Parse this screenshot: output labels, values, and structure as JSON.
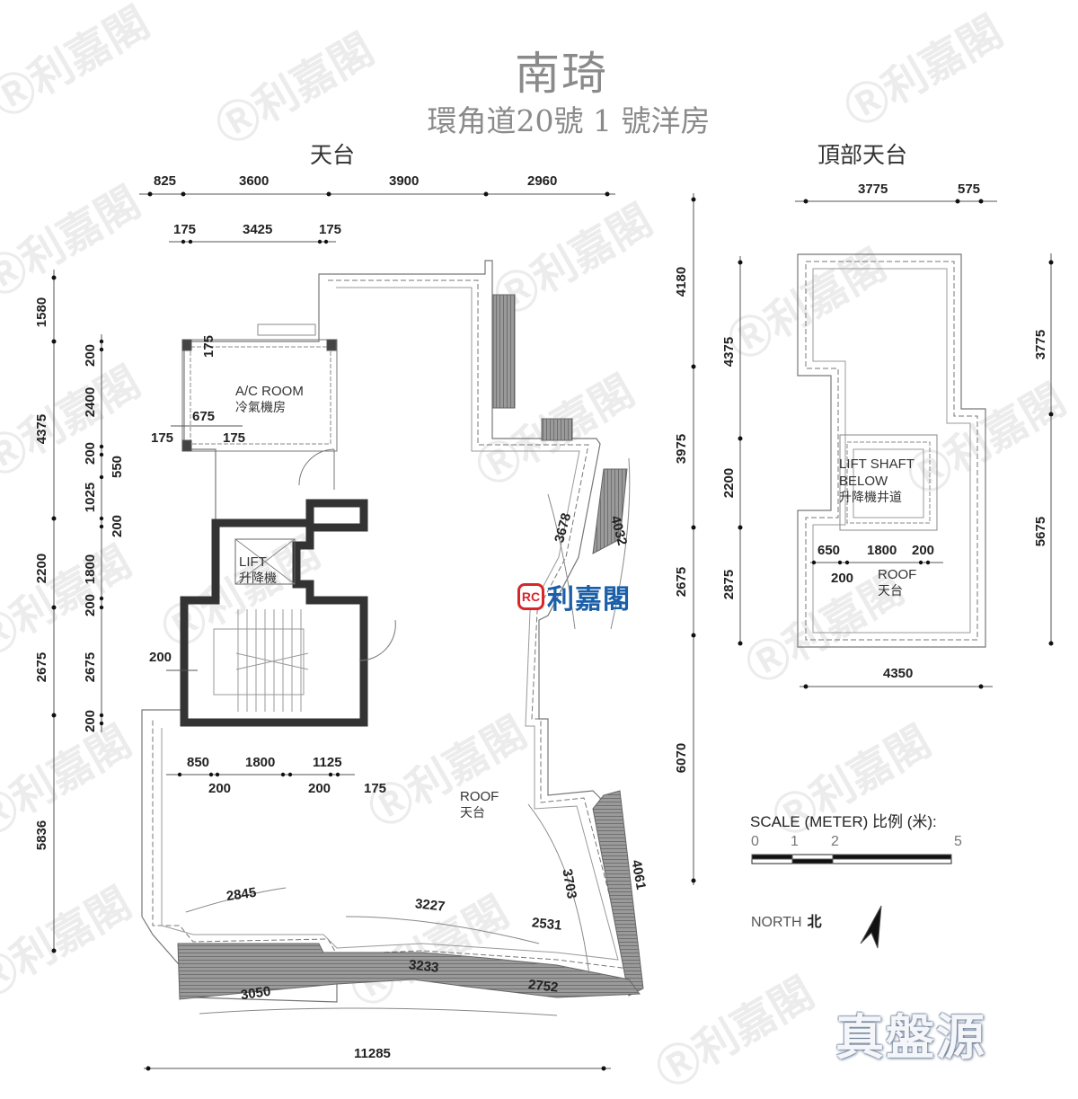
{
  "header": {
    "title": "南琦",
    "subtitle": "環角道20號 1 號洋房"
  },
  "watermark": {
    "text": "Ⓡ利嘉閣",
    "brand_badge": "RC",
    "brand_name": "利嘉閣",
    "brand_badge_color": "#d8262a",
    "brand_text_color": "#1b5fa8"
  },
  "roof_plan": {
    "label": "天台",
    "top_dims_row1": [
      "825",
      "3600",
      "3900",
      "2960"
    ],
    "top_dims_row2": [
      "175",
      "3425",
      "175"
    ],
    "left_dims_outer": [
      "1580",
      "4375",
      "2200",
      "2675",
      "5836"
    ],
    "left_dims_inner": [
      "200",
      "2400",
      "200",
      "550",
      "1025",
      "200",
      "1800",
      "200",
      "2675",
      "200"
    ],
    "right_dims": [
      "4180",
      "3975",
      "2675",
      "6070"
    ],
    "bottom_dim": "11285",
    "ac_room": {
      "label_en": "A/C ROOM",
      "label_cn": "冷氣機房",
      "dims": [
        "175",
        "675",
        "175",
        "175"
      ]
    },
    "lift": {
      "label_en": "LIFT",
      "label_cn": "升降機"
    },
    "stair_dim": "200",
    "roof_area": {
      "label_en": "ROOF",
      "label_cn": "天台",
      "dims_top": [
        "850",
        "1800",
        "1125"
      ],
      "dims_bottom": [
        "200",
        "200",
        "175"
      ]
    },
    "arc_dims": [
      "3678",
      "4032",
      "2845",
      "3227",
      "2531",
      "3703",
      "4061",
      "3233",
      "3050",
      "2752"
    ]
  },
  "top_roof_plan": {
    "label": "頂部天台",
    "top_dims": [
      "3775",
      "575"
    ],
    "left_dims": [
      "4375",
      "2200",
      "2875"
    ],
    "right_dims": [
      "3775",
      "5675"
    ],
    "bottom_dim": "4350",
    "lift_shaft": {
      "label_en_1": "LIFT SHAFT",
      "label_en_2": "BELOW",
      "label_cn": "升降機井道"
    },
    "roof_area": {
      "label_en": "ROOF",
      "label_cn": "天台",
      "dims_top": [
        "650",
        "1800",
        "200"
      ],
      "dims_bottom": [
        "200"
      ]
    }
  },
  "scale": {
    "title": "SCALE (METER) 比例 (米):",
    "ticks": [
      "0",
      "1",
      "2",
      "5"
    ]
  },
  "north": {
    "label_en": "NORTH",
    "label_cn": "北"
  },
  "stamp": {
    "text": "真盤源"
  }
}
